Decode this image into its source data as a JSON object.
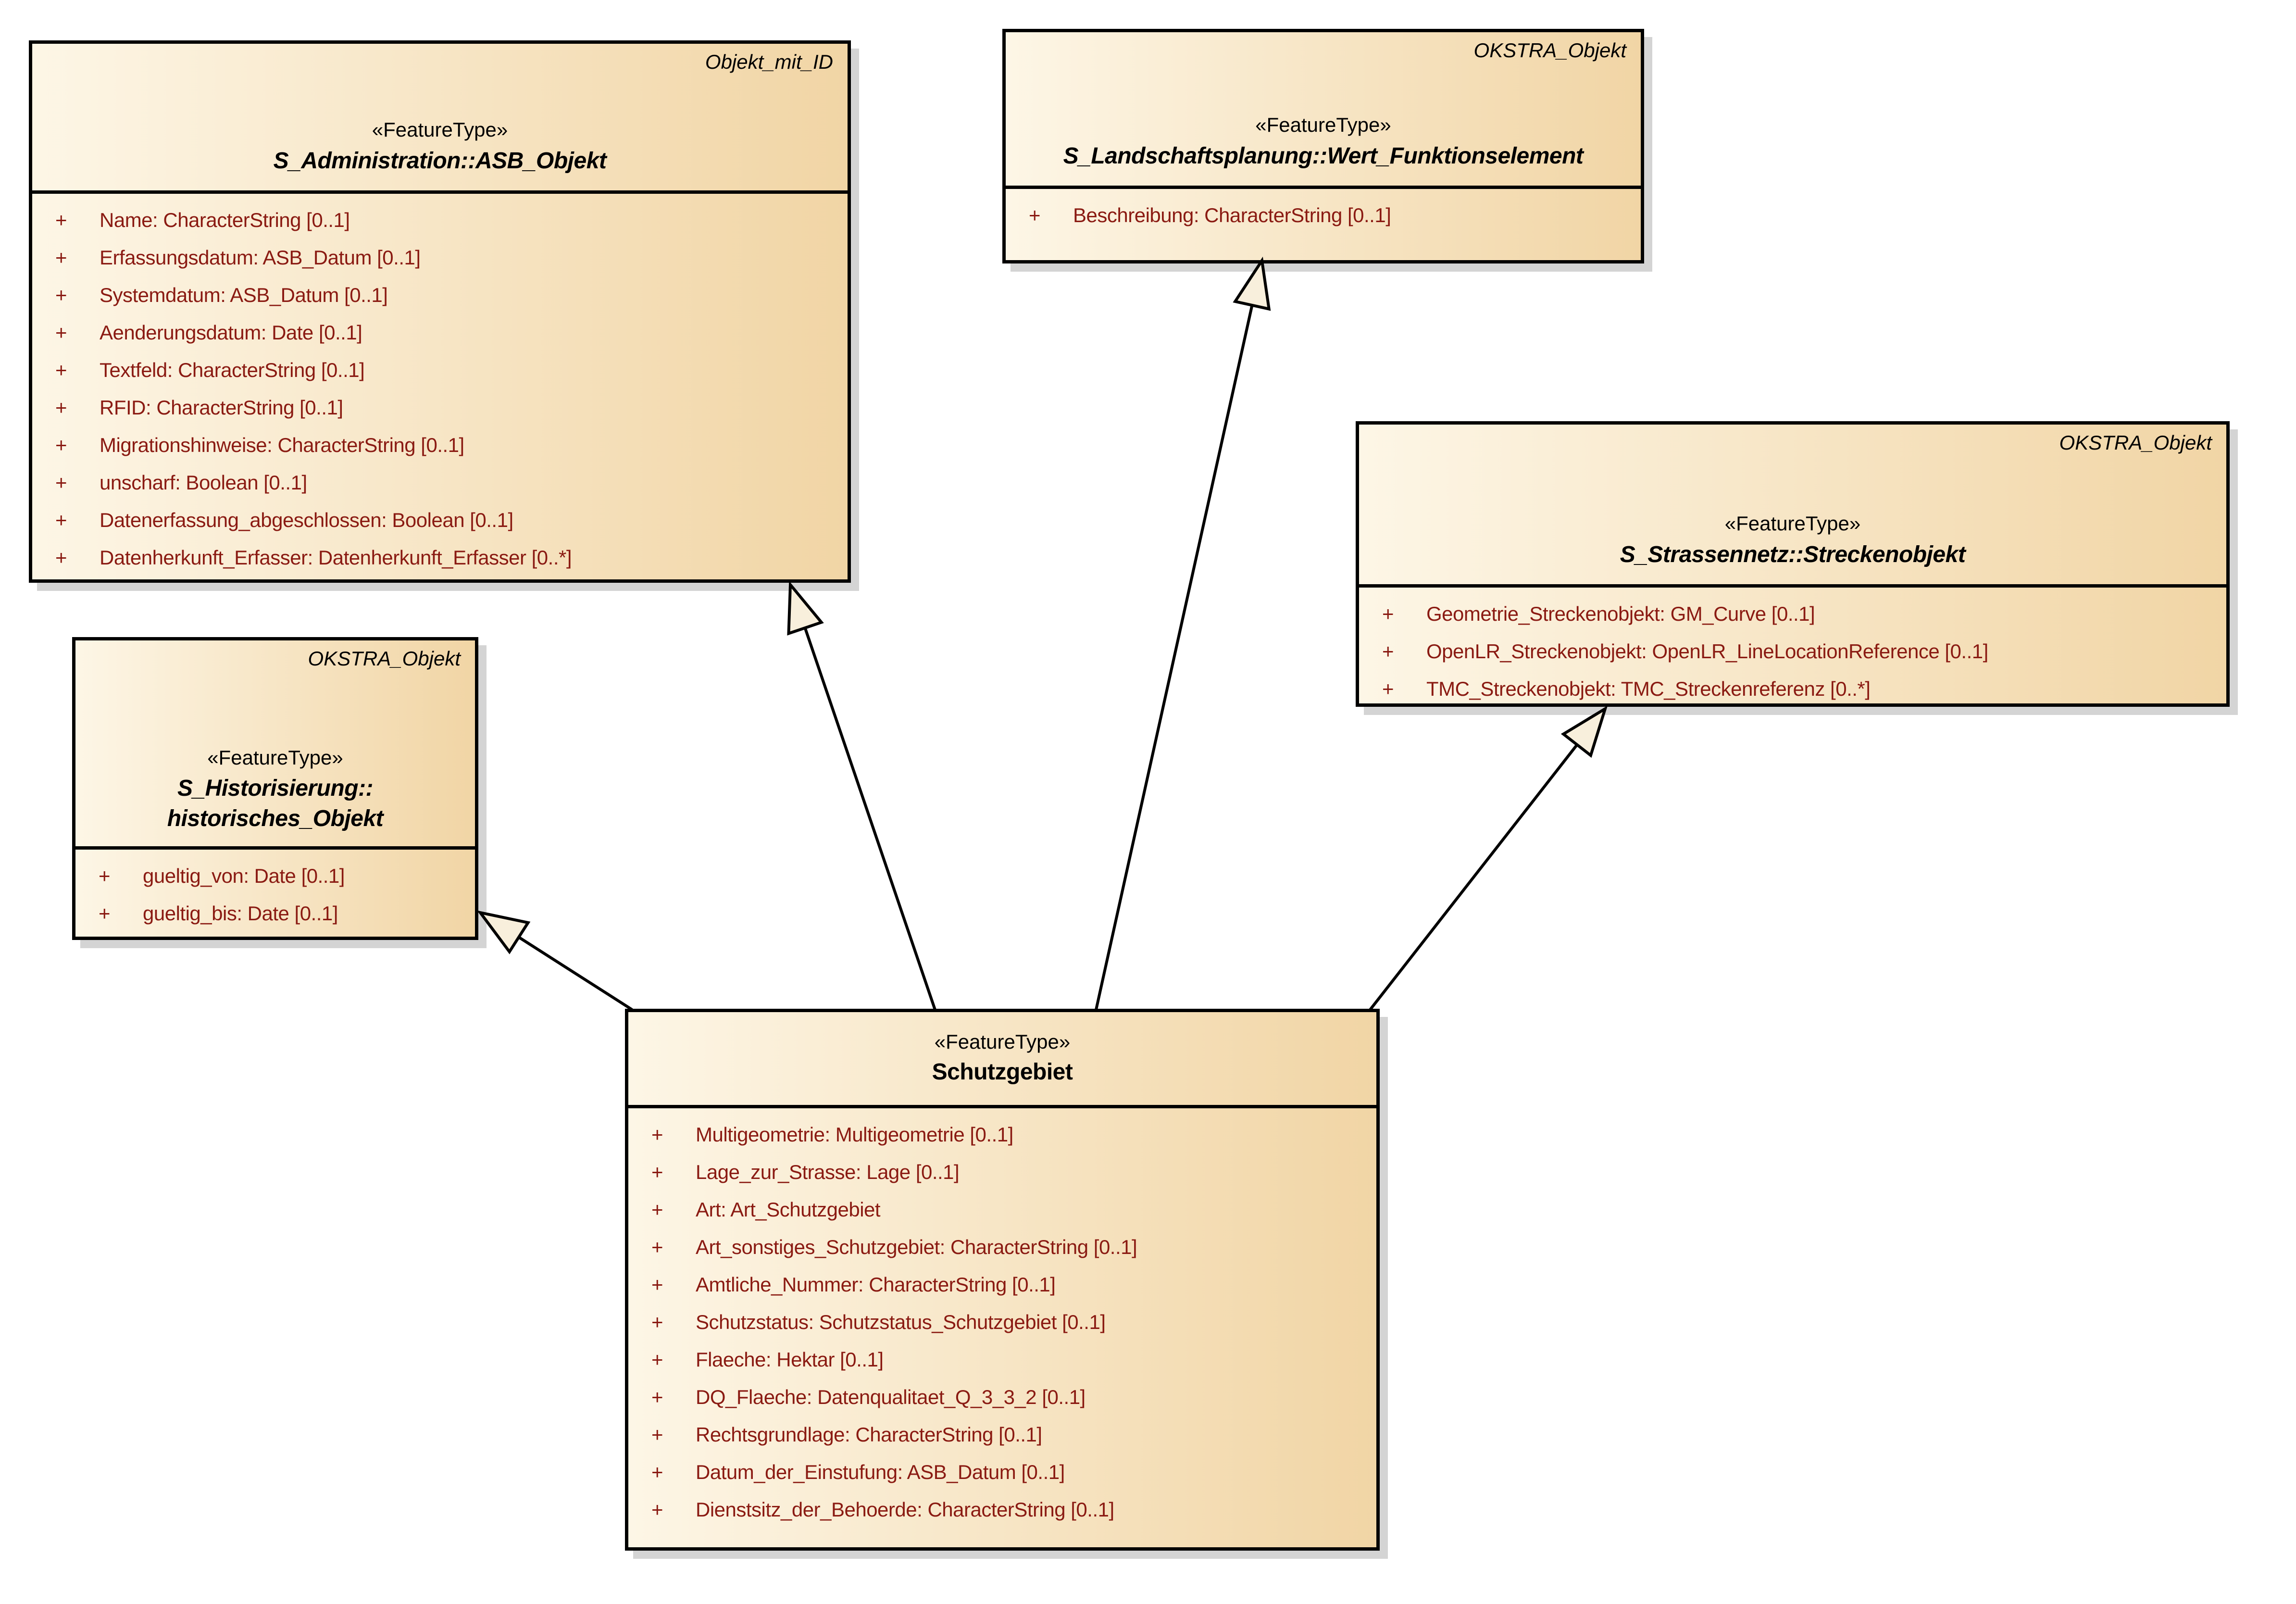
{
  "diagram": {
    "background": "#ffffff",
    "colors": {
      "box_fill_left": "#fdf6e6",
      "box_fill_right": "#f1d5a5",
      "border": "#000000",
      "attribute_text": "#8a1a12",
      "shadow": "#d4d4d4",
      "arrowhead_fill": "#f8efdc"
    },
    "classes": {
      "asb": {
        "tag": "Objekt_mit_ID",
        "stereotype": "«FeatureType»",
        "name": "S_Administration::ASB_Objekt",
        "attributes": [
          {
            "vis": "+",
            "text": "Name: CharacterString [0..1]"
          },
          {
            "vis": "+",
            "text": "Erfassungsdatum: ASB_Datum [0..1]"
          },
          {
            "vis": "+",
            "text": "Systemdatum: ASB_Datum [0..1]"
          },
          {
            "vis": "+",
            "text": "Aenderungsdatum: Date [0..1]"
          },
          {
            "vis": "+",
            "text": "Textfeld: CharacterString [0..1]"
          },
          {
            "vis": "+",
            "text": "RFID: CharacterString [0..1]"
          },
          {
            "vis": "+",
            "text": "Migrationshinweise: CharacterString [0..1]"
          },
          {
            "vis": "+",
            "text": "unscharf: Boolean [0..1]"
          },
          {
            "vis": "+",
            "text": "Datenerfassung_abgeschlossen: Boolean [0..1]"
          },
          {
            "vis": "+",
            "text": "Datenherkunft_Erfasser: Datenherkunft_Erfasser [0..*]"
          }
        ]
      },
      "wert": {
        "tag": "OKSTRA_Objekt",
        "stereotype": "«FeatureType»",
        "name": "S_Landschaftsplanung::Wert_Funktionselement",
        "attributes": [
          {
            "vis": "+",
            "text": "Beschreibung: CharacterString [0..1]"
          }
        ]
      },
      "strecke": {
        "tag": "OKSTRA_Objekt",
        "stereotype": "«FeatureType»",
        "name": "S_Strassennetz::Streckenobjekt",
        "attributes": [
          {
            "vis": "+",
            "text": "Geometrie_Streckenobjekt: GM_Curve [0..1]"
          },
          {
            "vis": "+",
            "text": "OpenLR_Streckenobjekt: OpenLR_LineLocationReference [0..1]"
          },
          {
            "vis": "+",
            "text": "TMC_Streckenobjekt: TMC_Streckenreferenz [0..*]"
          }
        ]
      },
      "hist": {
        "tag": "OKSTRA_Objekt",
        "stereotype": "«FeatureType»",
        "name_line1": "S_Historisierung::",
        "name_line2": "historisches_Objekt",
        "attributes": [
          {
            "vis": "+",
            "text": "gueltig_von: Date [0..1]"
          },
          {
            "vis": "+",
            "text": "gueltig_bis: Date [0..1]"
          }
        ]
      },
      "schutz": {
        "stereotype": "«FeatureType»",
        "name": "Schutzgebiet",
        "attributes": [
          {
            "vis": "+",
            "text": "Multigeometrie: Multigeometrie [0..1]"
          },
          {
            "vis": "+",
            "text": "Lage_zur_Strasse: Lage [0..1]"
          },
          {
            "vis": "+",
            "text": "Art: Art_Schutzgebiet"
          },
          {
            "vis": "+",
            "text": "Art_sonstiges_Schutzgebiet: CharacterString [0..1]"
          },
          {
            "vis": "+",
            "text": "Amtliche_Nummer: CharacterString [0..1]"
          },
          {
            "vis": "+",
            "text": "Schutzstatus: Schutzstatus_Schutzgebiet [0..1]"
          },
          {
            "vis": "+",
            "text": "Flaeche: Hektar [0..1]"
          },
          {
            "vis": "+",
            "text": "DQ_Flaeche: Datenqualitaet_Q_3_3_2 [0..1]"
          },
          {
            "vis": "+",
            "text": "Rechtsgrundlage: CharacterString [0..1]"
          },
          {
            "vis": "+",
            "text": "Datum_der_Einstufung: ASB_Datum [0..1]"
          },
          {
            "vis": "+",
            "text": "Dienstsitz_der_Behoerde: CharacterString [0..1]"
          }
        ]
      }
    },
    "relations": [
      {
        "type": "generalization",
        "from": "Schutzgebiet",
        "to": "S_Administration::ASB_Objekt"
      },
      {
        "type": "generalization",
        "from": "Schutzgebiet",
        "to": "S_Landschaftsplanung::Wert_Funktionselement"
      },
      {
        "type": "generalization",
        "from": "Schutzgebiet",
        "to": "S_Strassennetz::Streckenobjekt"
      },
      {
        "type": "generalization",
        "from": "Schutzgebiet",
        "to": "S_Historisierung::historisches_Objekt"
      }
    ]
  }
}
